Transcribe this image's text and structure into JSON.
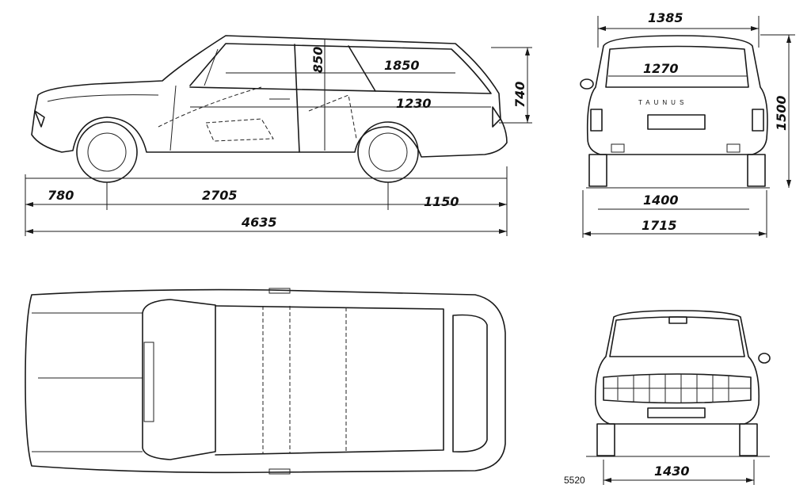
{
  "drawing": {
    "side_view": {
      "overall_length": "4635",
      "front_overhang": "780",
      "wheelbase": "2705",
      "rear_overhang": "1150",
      "roof_length": "1850",
      "beltline_length": "1230",
      "door_height": "850",
      "tailgate_height": "740"
    },
    "rear_view": {
      "roof_width": "1385",
      "window_width": "1270",
      "height": "1500",
      "rear_track": "1400",
      "width": "1715",
      "badge": "TAUNUS"
    },
    "front_view": {
      "front_track": "1430"
    },
    "sheet_number": "5520"
  }
}
